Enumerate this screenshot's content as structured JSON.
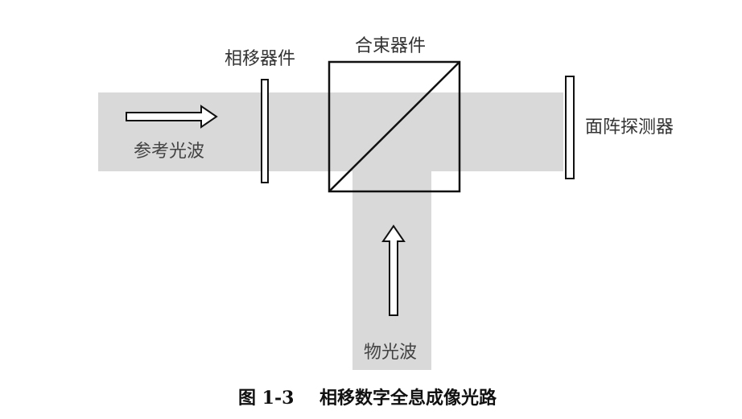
{
  "diagram": {
    "labels": {
      "phase_shifter": "相移器件",
      "beam_combiner": "合束器件",
      "array_detector": "面阵探测器",
      "reference_wave": "参考光波",
      "object_wave": "物光波"
    },
    "caption": {
      "number": "图 1-3",
      "text": "相移数字全息成像光路"
    },
    "colors": {
      "beam": "#d9d9d9",
      "line": "#111111"
    }
  }
}
